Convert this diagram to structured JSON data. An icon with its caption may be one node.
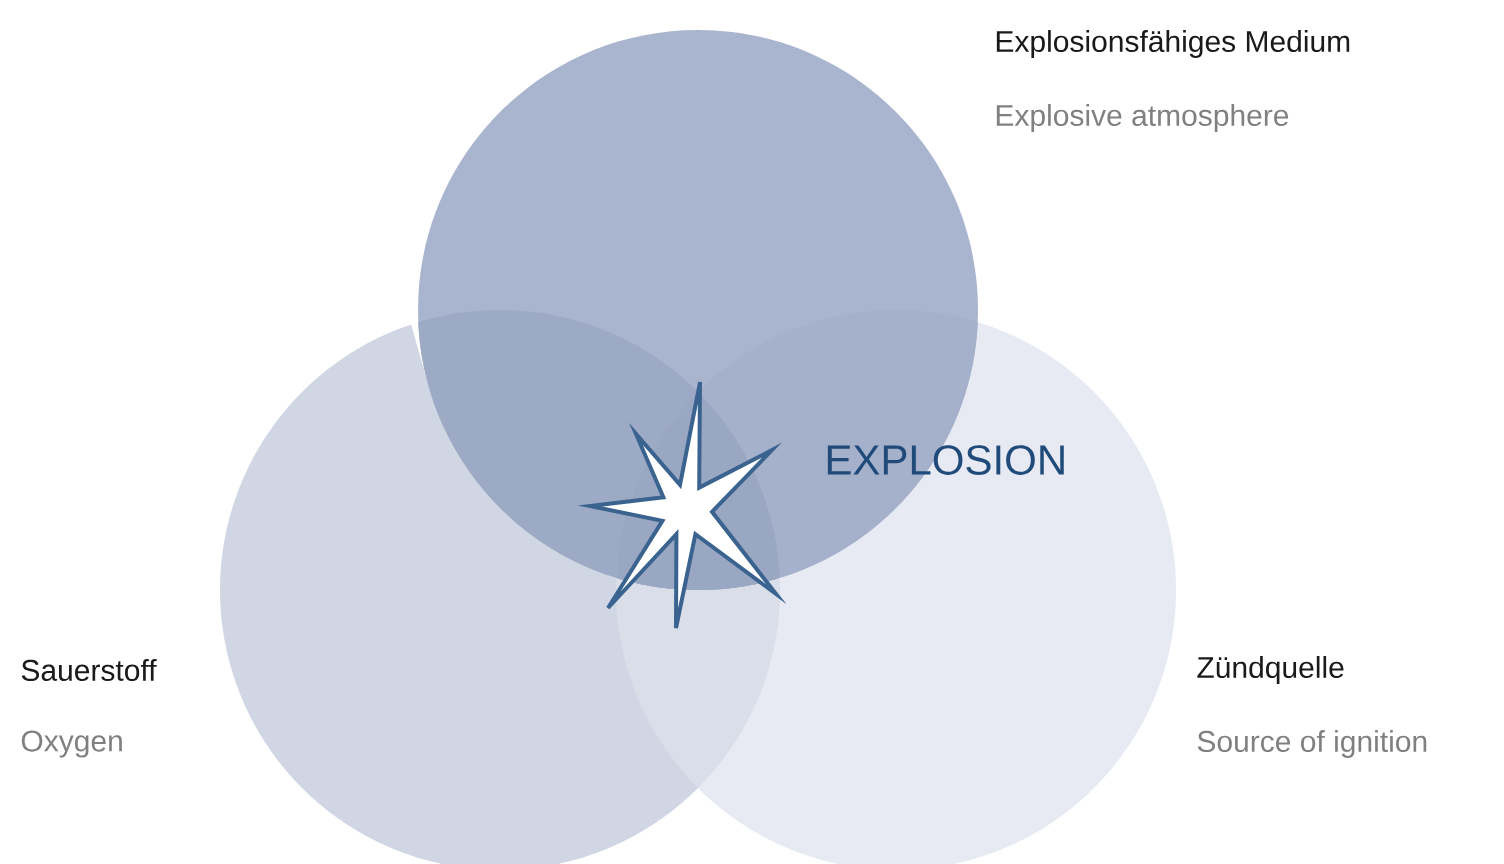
{
  "diagram": {
    "nodes": [
      {
        "text": [
          "Explosionsfähiges Medium",
          "Explosive atmosphere"
        ]
      },
      {
        "text": [],
        "shape": "star"
      },
      {
        "text": [
          "Sauerstoff",
          "Oxygen"
        ]
      },
      {
        "text": [
          "Zündquelle",
          "Source of ignition"
        ]
      }
    ],
    "labels": [
      "EXPLOSION"
    ]
  }
}
